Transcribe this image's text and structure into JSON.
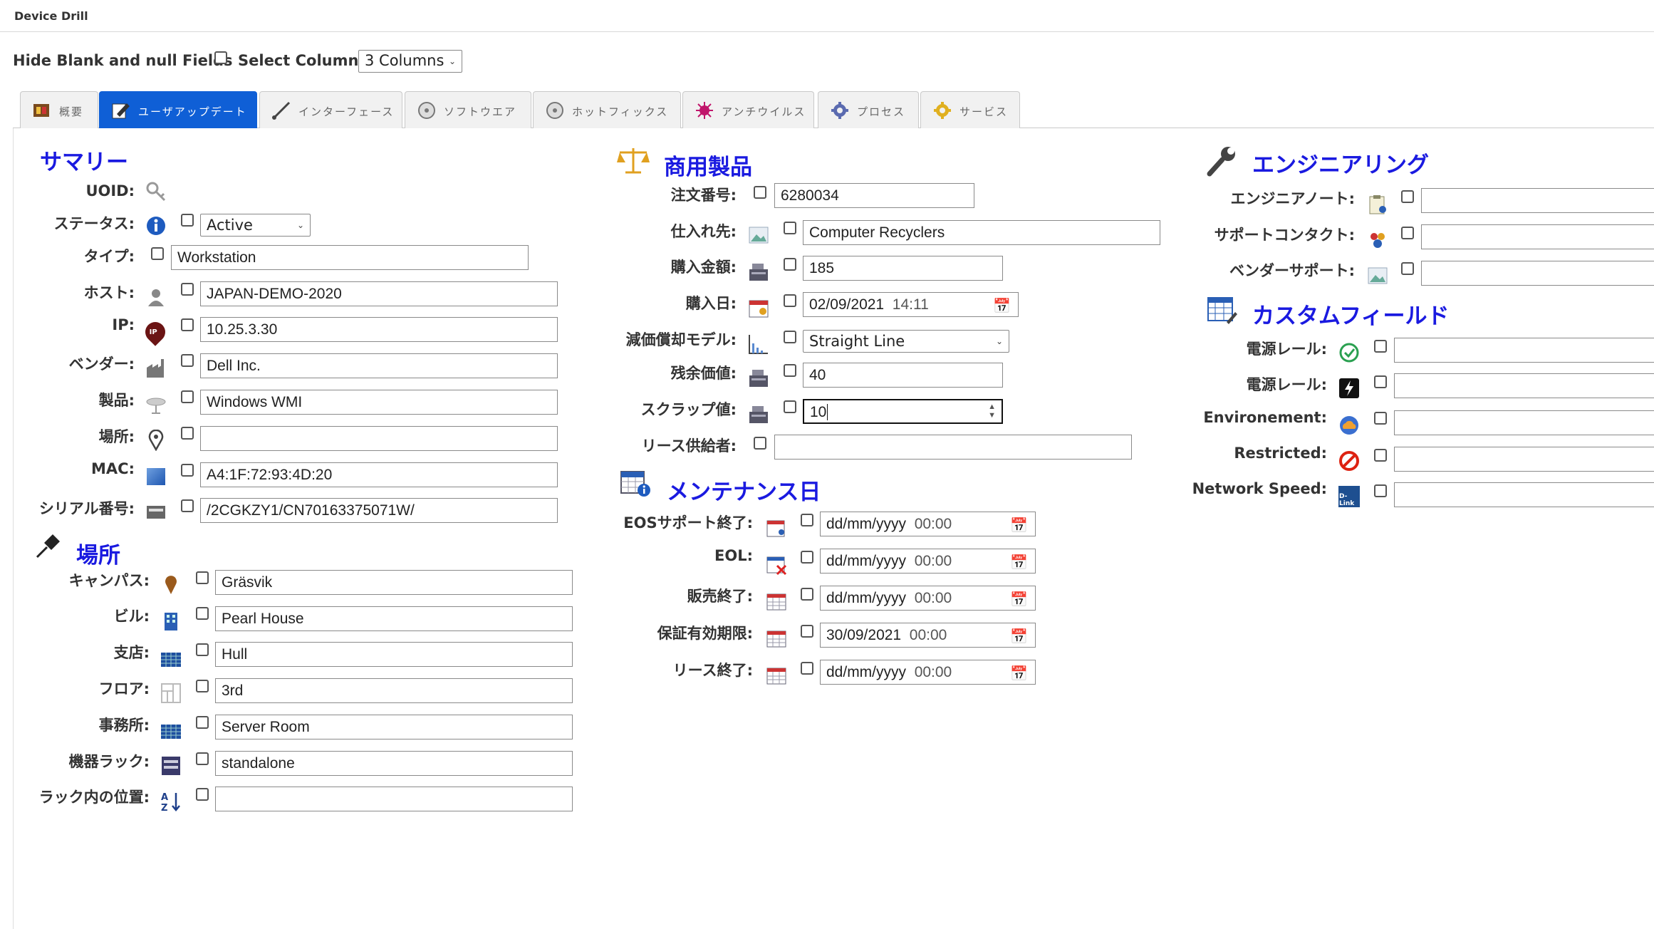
{
  "window": {
    "title": "Device Drill"
  },
  "options": {
    "hide_blank_label": "Hide Blank and null Fields",
    "select_columns_label": "Select Columns",
    "columns_value": "3 Columns"
  },
  "tabs": [
    {
      "label": "概要",
      "icon": "overview-icon"
    },
    {
      "label": "ユーザアップデート",
      "icon": "edit-icon"
    },
    {
      "label": "インターフェース",
      "icon": "cable-icon"
    },
    {
      "label": "ソフトウエア",
      "icon": "disc-icon"
    },
    {
      "label": "ホットフィックス",
      "icon": "disc-icon"
    },
    {
      "label": "アンチウイルス",
      "icon": "virus-icon"
    },
    {
      "label": "プロセス",
      "icon": "gear-icon"
    },
    {
      "label": "サービス",
      "icon": "gear-icon"
    }
  ],
  "summary": {
    "heading": "サマリー",
    "uoid_label": "UOID:",
    "status_label": "ステータス:",
    "status_value": "Active",
    "type_label": "タイプ:",
    "type_value": "Workstation",
    "host_label": "ホスト:",
    "host_value": "JAPAN-DEMO-2020",
    "ip_label": "IP:",
    "ip_value": "10.25.3.30",
    "ip_badge": "IP",
    "vendor_label": "ベンダー:",
    "vendor_value": "Dell Inc.",
    "product_label": "製品:",
    "product_value": "Windows WMI",
    "location_label": "場所:",
    "location_value": "",
    "mac_label": "MAC:",
    "mac_value": "A4:1F:72:93:4D:20",
    "serial_label": "シリアル番号:",
    "serial_value": "/2CGKZY1/CN70163375071W/"
  },
  "location": {
    "heading": "場所",
    "campus_label": "キャンパス:",
    "campus_value": "Gräsvik",
    "building_label": "ビル:",
    "building_value": "Pearl House",
    "branch_label": "支店:",
    "branch_value": "Hull",
    "floor_label": "フロア:",
    "floor_value": "3rd",
    "office_label": "事務所:",
    "office_value": "Server Room",
    "rack_label": "機器ラック:",
    "rack_value": "standalone",
    "rack_pos_label": "ラック内の位置:",
    "rack_pos_value": ""
  },
  "commercial": {
    "heading": "商用製品",
    "order_label": "注文番号:",
    "order_value": "6280034",
    "supplier_label": "仕入れ先:",
    "supplier_value": "Computer Recyclers",
    "price_label": "購入金額:",
    "price_value": "185",
    "purchase_date_label": "購入日:",
    "purchase_date": "02/09/2021",
    "purchase_time": "14:11",
    "depreciation_label": "減価償却モデル:",
    "depreciation_value": "Straight Line",
    "residual_label": "残余価値:",
    "residual_value": "40",
    "scrap_label": "スクラップ値:",
    "scrap_value": "10",
    "lease_label": "リース供給者:",
    "lease_value": ""
  },
  "maintenance": {
    "heading": "メンテナンス日",
    "eos_label": "EOSサポート終了:",
    "eos_date": "dd/mm/yyyy",
    "eos_time": "00:00",
    "eol_label": "EOL:",
    "eol_date": "dd/mm/yyyy",
    "eol_time": "00:00",
    "eosale_label": "販売終了:",
    "eosale_date": "dd/mm/yyyy",
    "eosale_time": "00:00",
    "warranty_label": "保証有効期限:",
    "warranty_date": "30/09/2021",
    "warranty_time": "00:00",
    "lease_end_label": "リース終了:",
    "lease_end_date": "dd/mm/yyyy",
    "lease_end_time": "00:00"
  },
  "engineering": {
    "heading": "エンジニアリング",
    "notes_label": "エンジニアノート:",
    "support_contact_label": "サポートコンタクト:",
    "vendor_support_label": "ベンダーサポート:"
  },
  "custom": {
    "heading": "カスタムフィールド",
    "power_rail1_label": "電源レール:",
    "power_rail2_label": "電源レール:",
    "environment_label": "Environement:",
    "restricted_label": "Restricted:",
    "network_speed_label": "Network Speed:",
    "dlink_badge": "D-Link"
  },
  "colors": {
    "accent": "#0f5fd6",
    "heading": "#1a1ae0"
  }
}
